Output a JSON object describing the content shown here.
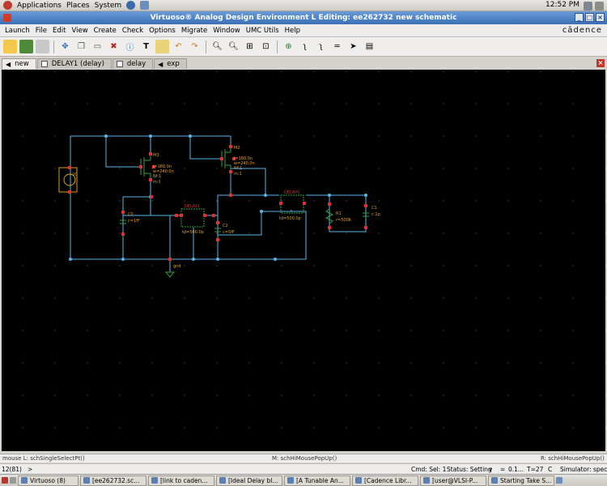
{
  "top_panel": {
    "menus": [
      "Applications",
      "Places",
      "System"
    ],
    "clock": "12:52 PM"
  },
  "window": {
    "title": "Virtuoso® Analog Design Environment L Editing: ee262732 new schematic",
    "brand": "cādence"
  },
  "menubar": [
    "Launch",
    "File",
    "Edit",
    "View",
    "Create",
    "Check",
    "Options",
    "Migrate",
    "Window",
    "UMC Utils",
    "Help"
  ],
  "toolbar_icons": [
    "open-icon",
    "save-icon",
    "saveas-icon",
    "move-icon",
    "copy-icon",
    "stretch-icon",
    "delete-icon",
    "properties-icon",
    "text-icon",
    "note-icon",
    "undo-icon",
    "redo-icon",
    "zoom-in-icon",
    "zoom-out-icon",
    "zoom-fit-icon",
    "zoom-area-icon",
    "instance-icon",
    "wire-icon",
    "wire-label-icon",
    "pin-icon",
    "probe-icon",
    "check-save-icon"
  ],
  "tabs": [
    {
      "label": "new",
      "active": true
    },
    {
      "label": "DELAY1 (delay)",
      "active": false
    },
    {
      "label": "delay",
      "active": false
    },
    {
      "label": "exp",
      "active": false
    }
  ],
  "schematic": {
    "labels": {
      "m3": "M3",
      "m3_l": "l=180.0n",
      "m3_w": "w=240.0n",
      "m3_nf": "Nf:1",
      "m3_m": "m:1",
      "m2": "M2",
      "m2_l": "l=180.0n",
      "m2_w": "w=240.0n",
      "m2_nf": "Nf:1",
      "m2_m": "m:1",
      "v0": "V0",
      "c0": "C0",
      "c0_val": "c=1fF",
      "delay1": "DELAY1",
      "delay1_td": "td=500.0p",
      "c2": "C2",
      "c2_val": "c=5fF",
      "delay0": "DELAY0",
      "delay0_td": "td=500.0p",
      "r1": "R1",
      "r1_val": "r=500K",
      "c1": "C1",
      "c1_val": "c:1p",
      "gnd": "gnd"
    }
  },
  "mousebar": {
    "left": "mouse L: schSingleSelectPt()",
    "middle": "M: schHiMousePopUp()",
    "right": "R: schHiMousePopUp()"
  },
  "statusrow": {
    "prompt": "12(81)",
    "gt": ">",
    "cmd": "Cmd: Sel: 1",
    "status": "Status: Setting",
    "v": "v",
    "eq": "=",
    "val": "0.1...",
    "temp": "T=27",
    "c": "C",
    "sim": "Simulator: spectre"
  },
  "taskbar": [
    {
      "label": "Virtuoso (8)"
    },
    {
      "label": "[ee262732.sc..."
    },
    {
      "label": "[link to caden..."
    },
    {
      "label": "[Ideal Delay bl..."
    },
    {
      "label": "[A Tunable An..."
    },
    {
      "label": "[Cadence Libr..."
    },
    {
      "label": "[user@VLSI-P..."
    },
    {
      "label": "Starting Take S..."
    }
  ],
  "colors": {
    "wire": "#57b6ea",
    "component": "#2ea043",
    "label": "#e0a020",
    "pin": "#e03030",
    "canvas": "#000000",
    "titlebar": "#4a7cc0"
  }
}
